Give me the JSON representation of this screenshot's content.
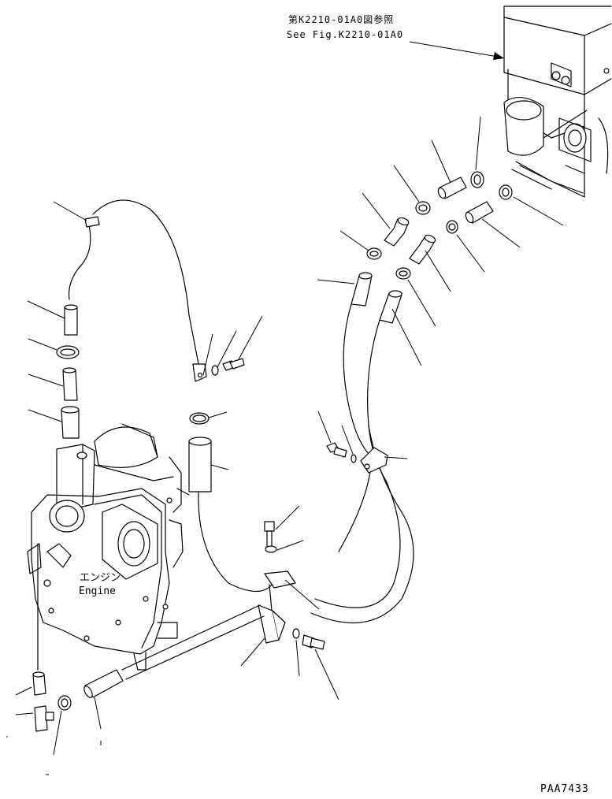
{
  "reference": {
    "japanese": "第K2210-01A0図参照",
    "english": "See Fig.K2210-01A0"
  },
  "engine_label": {
    "japanese": "エンジン",
    "english": "Engine"
  },
  "drawing_code": "PAA7433",
  "colors": {
    "line": "#000000",
    "background": "#ffffff"
  }
}
